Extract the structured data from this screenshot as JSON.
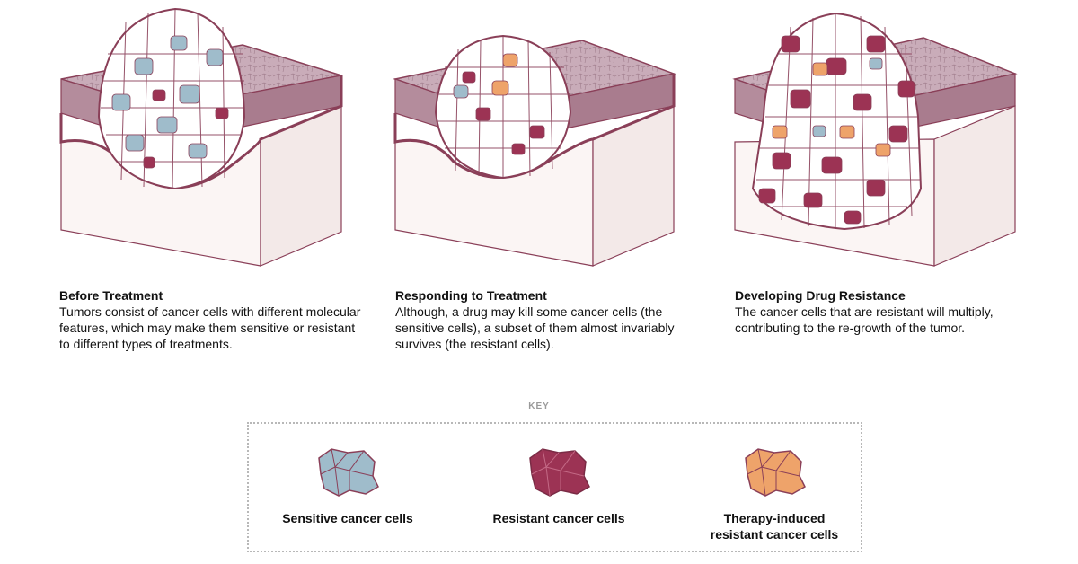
{
  "panels": [
    {
      "title": "Before Treatment",
      "description": "Tumors consist of cancer cells with different molecular features, which may make them sensitive or resistant to different types of treatments."
    },
    {
      "title": "Responding to Treatment",
      "description": "Although, a drug may kill some cancer cells (the sensitive cells), a subset of them almost invariably survives (the resistant cells)."
    },
    {
      "title": "Developing Drug Resistance",
      "description": "The cancer cells that are resistant will multiply, contributing to the re-growth of the tumor."
    }
  ],
  "key": {
    "label": "KEY",
    "items": [
      {
        "label": "Sensitive cancer cells",
        "color": "#9fbccb"
      },
      {
        "label": "Resistant cancer cells",
        "color": "#9c3354"
      },
      {
        "label": "Therapy-induced resistant cancer cells",
        "color": "#eea36a"
      }
    ]
  },
  "colors": {
    "tissue": "#c4a7b4",
    "tissue_dark": "#9e7384",
    "outline": "#8a3f58",
    "block": "#fbf5f4"
  }
}
